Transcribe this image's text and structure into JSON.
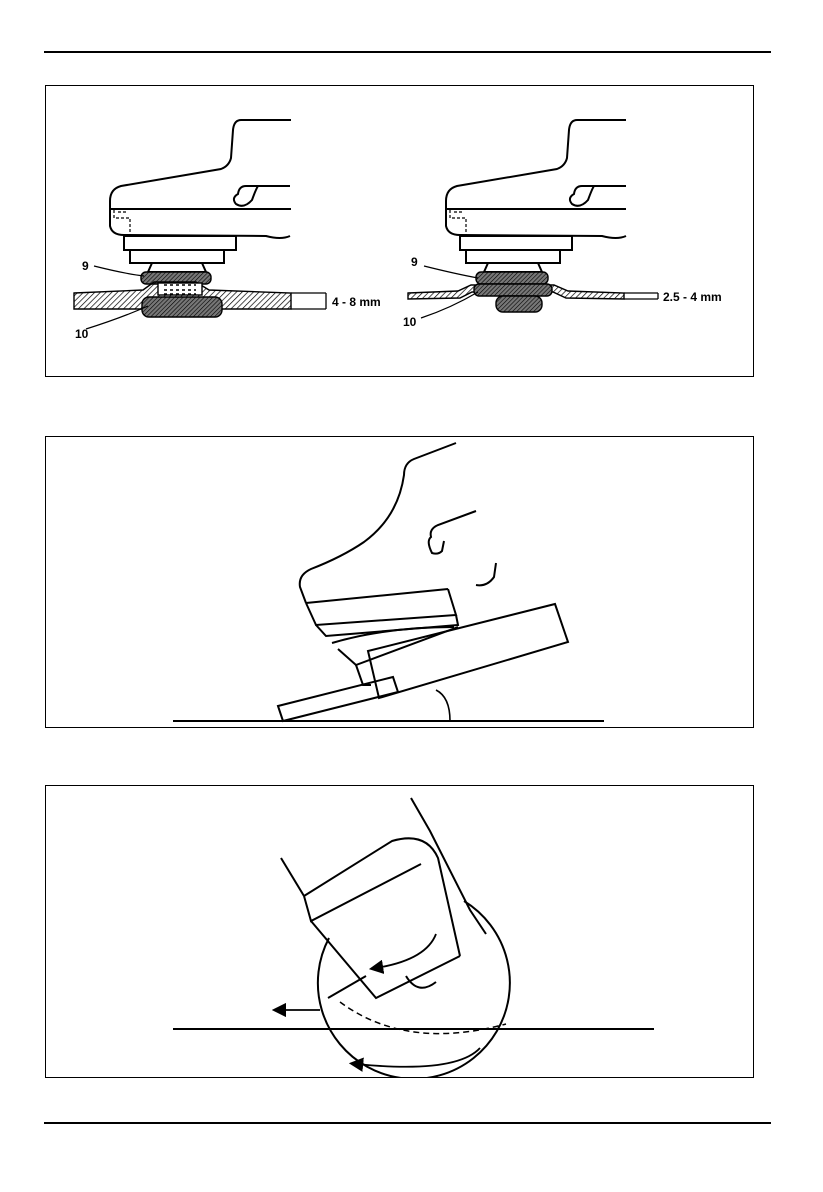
{
  "figure1": {
    "left": {
      "label_top": "9",
      "label_bottom": "10",
      "dimension": "4 - 8 mm"
    },
    "right": {
      "label_top": "9",
      "label_bottom": "10",
      "dimension": "2.5 - 4 mm"
    }
  },
  "figure2": {},
  "figure3": {}
}
